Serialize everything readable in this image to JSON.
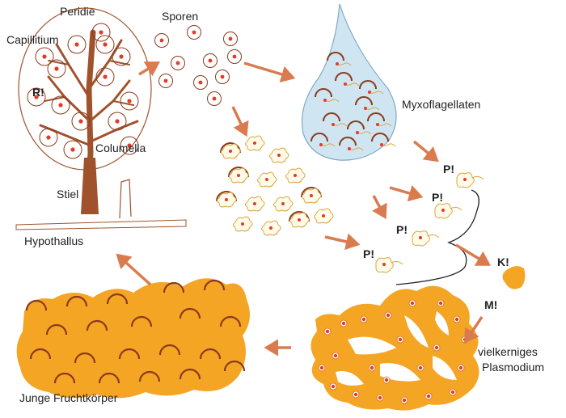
{
  "labels": {
    "peridie": "Peridie",
    "capillitium": "Capillitium",
    "r_marker": "R!",
    "columella": "Columella",
    "stiel": "Stiel",
    "hypothallus": "Hypothallus",
    "sporen": "Sporen",
    "myxoflagellaten": "Myxoflagellaten",
    "p_marker": "P!",
    "k_marker": "K!",
    "m_marker": "M!",
    "plasmodium_line1": "vielkerniges",
    "plasmodium_line2": "Plasmodium",
    "junge_fruchtkoerper": "Junge Fruchtkörper"
  },
  "colors": {
    "arrow": "#d97b4f",
    "stalk": "#a0522d",
    "plasmodium": "#f5a524",
    "droplet": "#cfe6f2",
    "nucleus": "#e53a26",
    "amoeba_outline": "#d9a441",
    "outline_dark": "#8a3a1c"
  }
}
